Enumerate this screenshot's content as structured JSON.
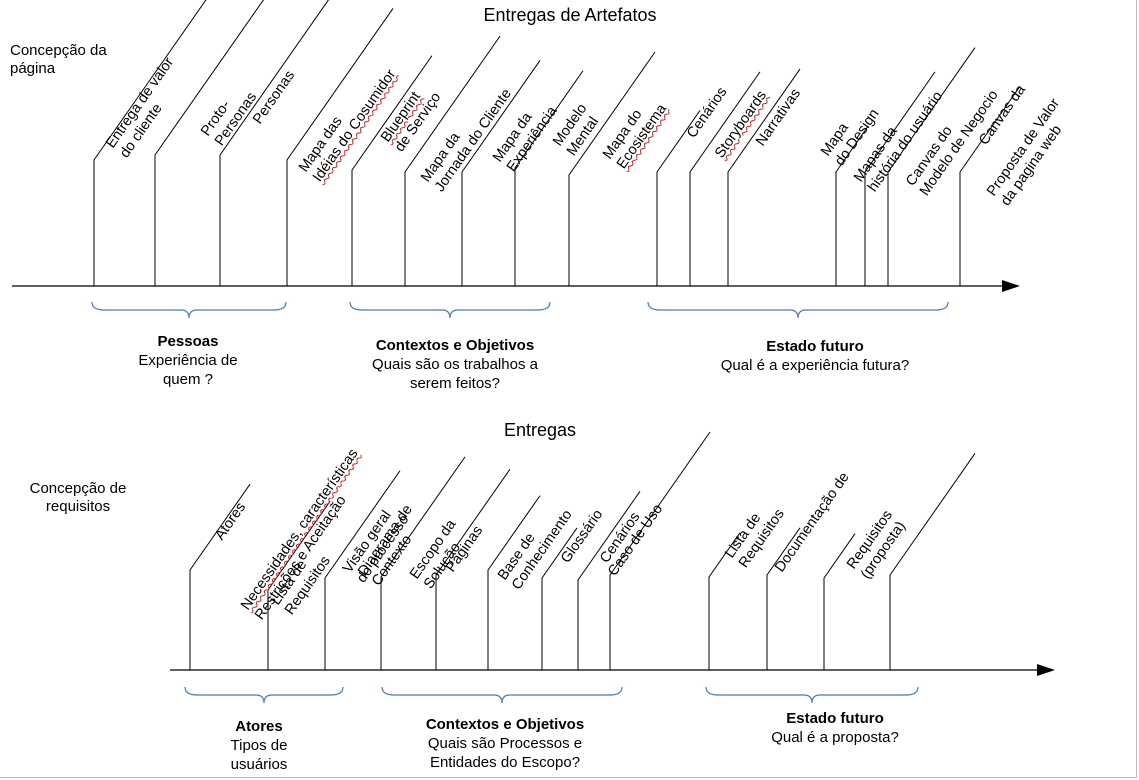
{
  "top": {
    "title": "Entregas de Artefatos",
    "side_label": "Concepção da\npágina",
    "items": [
      {
        "lines": [
          "Entrega de valor",
          "do cliente"
        ]
      },
      {
        "lines": [
          "Proto-",
          "Personas"
        ]
      },
      {
        "lines": [
          "Personas"
        ]
      },
      {
        "lines": [
          "Mapa das",
          "Idéias do Cosumidor"
        ],
        "spell": [
          1
        ]
      },
      {
        "lines": [
          "Blueprint",
          "de Serviço"
        ],
        "spell": [
          0
        ]
      },
      {
        "lines": [
          "Mapa da",
          "Jornada do Cliente"
        ]
      },
      {
        "lines": [
          "Mapa da",
          "Experiência"
        ]
      },
      {
        "lines": [
          "Modelo",
          "Mental"
        ]
      },
      {
        "lines": [
          "Mapa do",
          "Ecosistema"
        ],
        "spell": [
          1
        ]
      },
      {
        "lines": [
          "Cenários"
        ]
      },
      {
        "lines": [
          "Storyboards"
        ],
        "spell": [
          0
        ]
      },
      {
        "lines": [
          "Narrativas"
        ]
      },
      {
        "lines": [
          "Mapa",
          "do Design"
        ]
      },
      {
        "lines": [
          "Mapas da",
          "história do usuário"
        ]
      },
      {
        "lines": [
          "Canvas do",
          "Modelo de Negocio"
        ]
      },
      {
        "lines": [
          "Canvas da"
        ]
      },
      {
        "lines": [
          "Proposta de Valor",
          "da pagina web"
        ]
      }
    ],
    "groups": [
      {
        "name": "Pessoas",
        "sub": "Experiência de\nquem ?"
      },
      {
        "name": "Contextos e Objetivos",
        "sub": "Quais são os trabalhos a\nserem feitos?"
      },
      {
        "name": "Estado futuro",
        "sub": "Qual é a experiência futura?"
      }
    ]
  },
  "bottom": {
    "title": "Entregas",
    "side_label": "Concepção  de\nrequisitos",
    "items": [
      {
        "lines": [
          "Atores"
        ]
      },
      {
        "lines": [
          "Necessidades, características",
          "Restrições e Aceitação"
        ],
        "spell": [
          0
        ]
      },
      {
        "lines": [
          "Lista de",
          "Requisitos"
        ]
      },
      {
        "lines": [
          "Visão geral",
          "do processo"
        ]
      },
      {
        "lines": [
          "Diagrama de",
          "Contexto"
        ]
      },
      {
        "lines": [
          "Escopo da",
          "Solução"
        ]
      },
      {
        "lines": [
          "Páginas"
        ]
      },
      {
        "lines": [
          "Base de",
          "Conhecimento"
        ]
      },
      {
        "lines": [
          "Glossário"
        ]
      },
      {
        "lines": [
          "Cenários"
        ]
      },
      {
        "lines": [
          "Caso de Uso"
        ]
      },
      {
        "lines": [
          "Lista de",
          "Requisitos"
        ]
      },
      {
        "lines": [
          "Documentação de"
        ]
      },
      {
        "lines": [
          "Requisitos",
          "(proposta)"
        ]
      }
    ],
    "groups": [
      {
        "name": "Atores",
        "sub": "Tipos de\nusuários"
      },
      {
        "name": "Contextos e Objetivos",
        "sub": "Quais são Processos e\nEntidades do Escopo?"
      },
      {
        "name": "Estado futuro",
        "sub": "Qual é a proposta?"
      }
    ]
  },
  "colors": {
    "line": "#000000",
    "brace": "#4a7ab8",
    "squiggle": "#d21414"
  }
}
